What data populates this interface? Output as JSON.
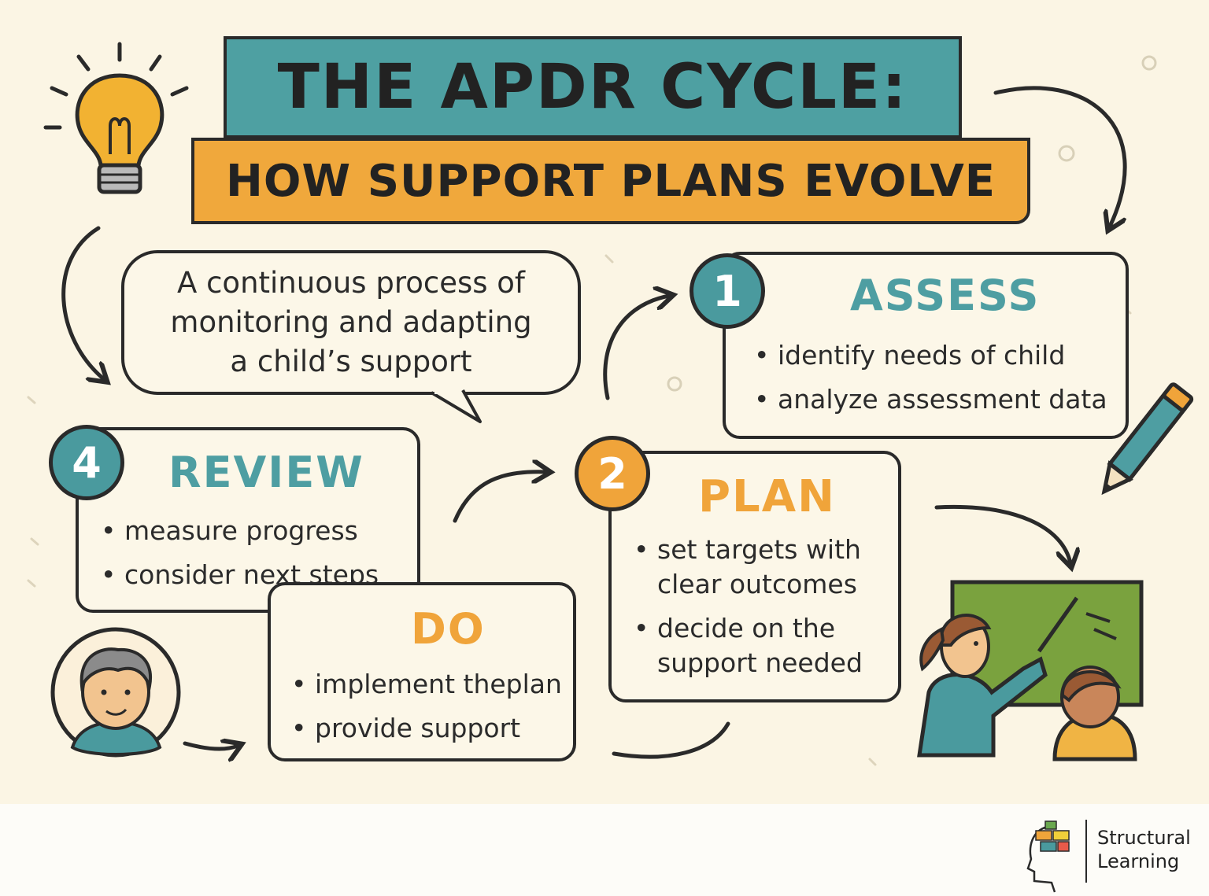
{
  "title": "THE APDR CYCLE:",
  "subtitle": "HOW SUPPORT PLANS EVOLVE",
  "intro_bubble": [
    "A continuous process of",
    "monitoring and adapting",
    "a child’s support"
  ],
  "steps": {
    "assess": {
      "number": "1",
      "heading": "ASSESS",
      "bullets": [
        "identify needs of child",
        "analyze assessment data"
      ]
    },
    "plan": {
      "number": "2",
      "heading": "PLAN",
      "bullets": [
        "set targets with clear outcomes",
        "decide on the support needed"
      ]
    },
    "do": {
      "heading": "DO",
      "bullets": [
        "implement theplan",
        "provide support"
      ]
    },
    "review": {
      "number": "4",
      "heading": "REVIEW",
      "bullets": [
        "measure progress",
        "consider next steps"
      ]
    }
  },
  "brand": {
    "line1": "Structural",
    "line2": "Learning"
  },
  "colors": {
    "teal": "#4ea0a2",
    "orange": "#f0a83c",
    "ink": "#2a2a2a",
    "paper": "#fbf5e4",
    "board": "#7aa23e"
  },
  "icons": [
    "lightbulb-icon",
    "pencil-icon",
    "student-icon",
    "teacher-icon",
    "brand-logo-icon"
  ]
}
